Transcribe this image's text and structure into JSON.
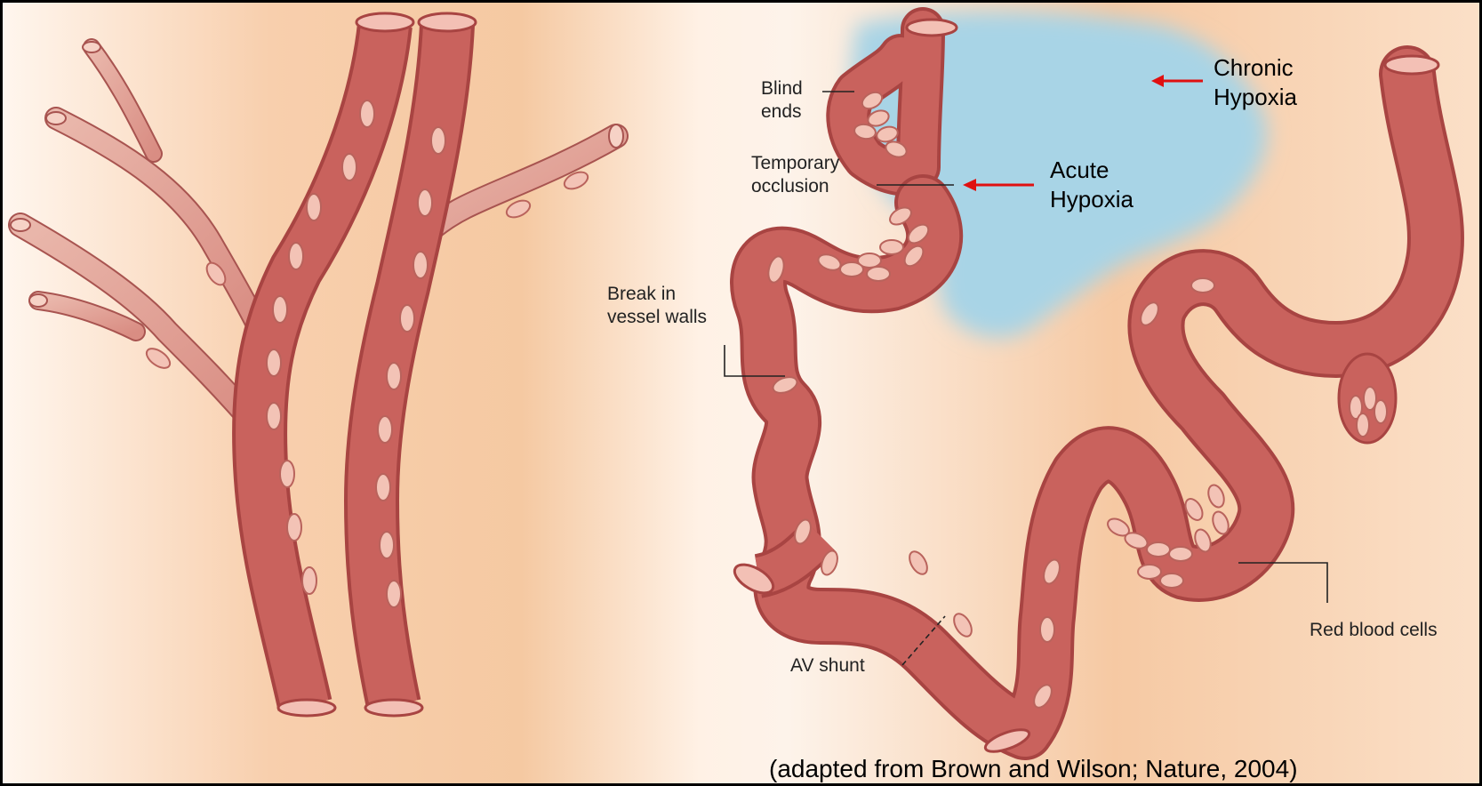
{
  "labels": {
    "blind_ends": "Blind\nends",
    "temporary_occlusion": "Temporary\nocclusion",
    "break_in_vessel_walls": "Break in\nvessel walls",
    "av_shunt": "AV shunt",
    "red_blood_cells": "Red blood cells",
    "chronic_hypoxia": "Chronic\nHypoxia",
    "acute_hypoxia": "Acute\nHypoxia"
  },
  "credit": "(adapted from Brown and Wilson; Nature, 2004)",
  "colors": {
    "vessel_fill": "#c65a57",
    "vessel_light": "#e8aaa0",
    "background_peach": "#f6c9a3",
    "hypoxic_region": "#a8d4e6",
    "arrow": "#e01010"
  }
}
